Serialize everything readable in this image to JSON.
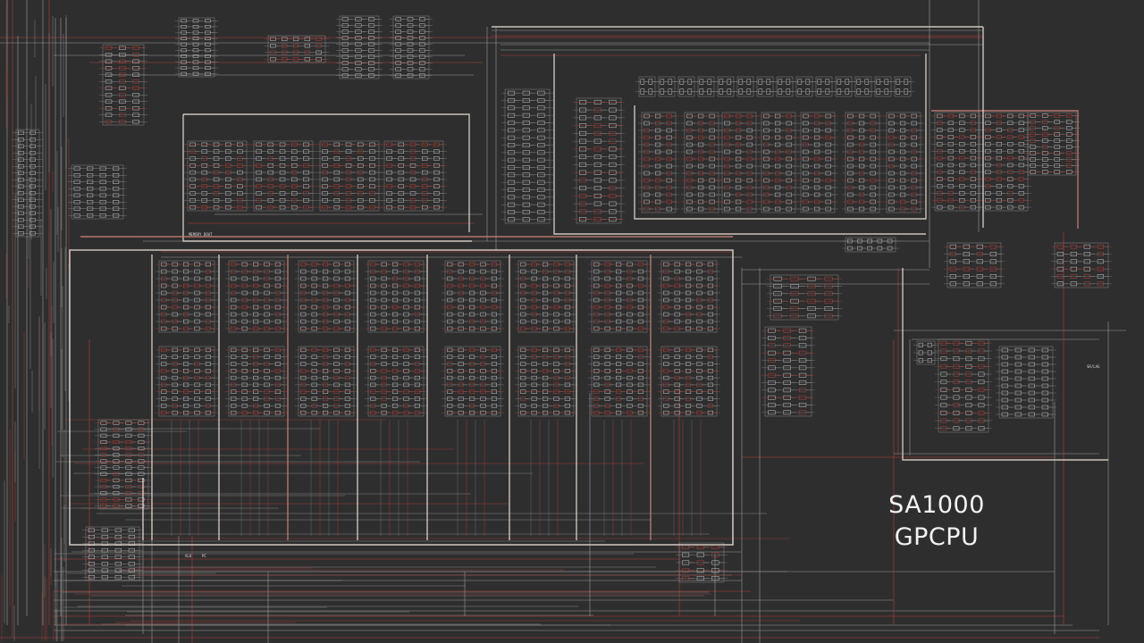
{
  "title": {
    "line1": "SA1000",
    "line2": "GPCPU"
  },
  "labels": {
    "memory_dout": "MEMORY DOUT",
    "alu": "ALU",
    "pc": "PC",
    "sr_label": "SR/LAG"
  },
  "colors": {
    "background": "#2e2e2e",
    "wire_gray": "#9a9a9a",
    "wire_red": "#b3403a",
    "bus_light": "#e8ddd2",
    "text": "#f2f2f2"
  }
}
